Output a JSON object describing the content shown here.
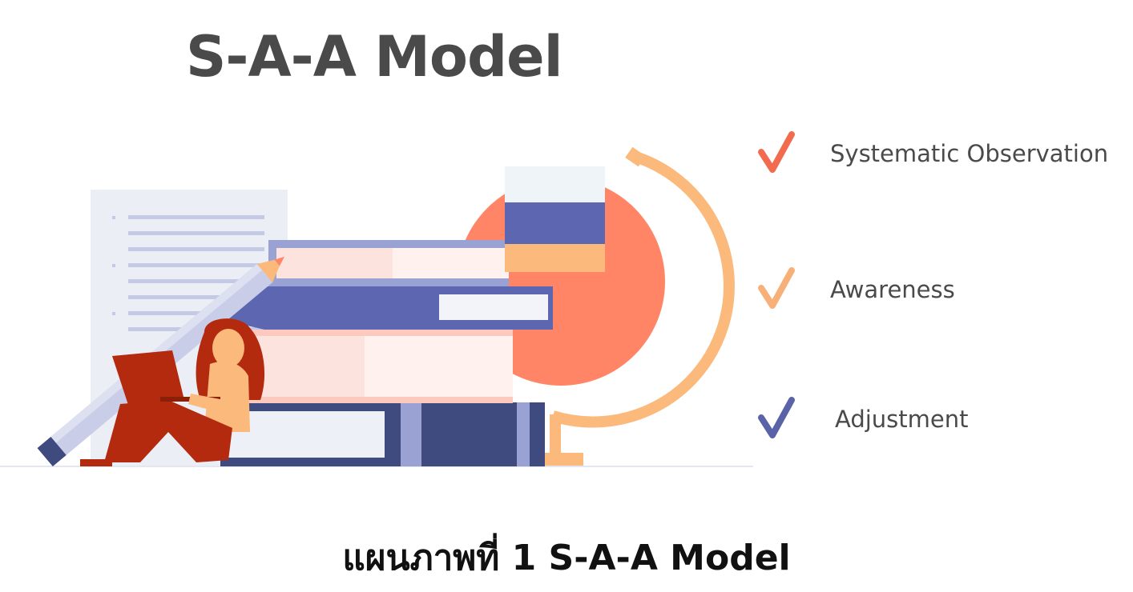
{
  "title": "S-A-A Model",
  "items": [
    {
      "label": "Systematic Observation",
      "check_color": "#f26b4f"
    },
    {
      "label": "Awareness",
      "check_color": "#f7b078"
    },
    {
      "label": "Adjustment",
      "check_color": "#5a63a8"
    }
  ],
  "caption": "แผนภาพที่ 1 S-A-A Model",
  "illustration": {
    "subject": "woman-with-laptop-books-globe",
    "palette": {
      "coral": "#ff8566",
      "peach": "#fbb97c",
      "navy": "#3f4a7e",
      "indigo": "#5d66b0",
      "rust": "#b42a0f",
      "pale_pink": "#fde3dd",
      "lavender": "#c9cde8"
    }
  }
}
